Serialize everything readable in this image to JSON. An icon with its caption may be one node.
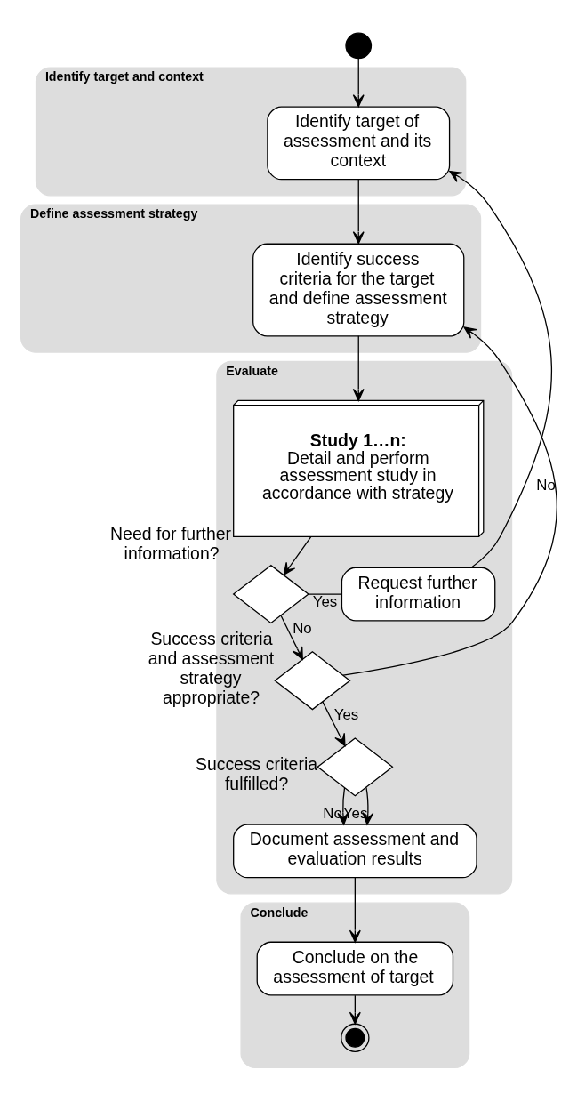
{
  "diagram": {
    "nodes": [
      {
        "text": [
          "Identify target and context"
        ]
      },
      {
        "text": [],
        "shape": "circle"
      },
      {
        "text": [
          "Identify target of assessment and its context"
        ],
        "in": 0
      },
      {
        "text": [
          "Define assessment strategy"
        ]
      },
      {
        "text": [
          "Identify success criteria for the target and define assessment strategy"
        ],
        "in": 3
      },
      {
        "text": [
          "Evaluate"
        ]
      },
      {
        "text": [
          "Study 1…n:",
          "Detail and perform assessment study in accordance with strategy"
        ],
        "in": 5
      },
      {
        "text": [],
        "shape": "diamond",
        "beside": [
          "Need for further information?"
        ],
        "in": 5
      },
      {
        "text": [
          "Request further information"
        ],
        "in": 5
      },
      {
        "text": [],
        "shape": "diamond",
        "beside": [
          "Success criteria and assessment strategy appropriate?"
        ],
        "in": 5
      },
      {
        "text": [],
        "shape": "diamond",
        "beside": [
          "Success criteria fulfilled?"
        ],
        "in": 5
      },
      {
        "text": [
          "Document assessment and evaluation results"
        ],
        "in": 5
      },
      {
        "text": [
          "Conclude"
        ]
      },
      {
        "text": [
          "Conclude on the assessment of target"
        ],
        "in": 12
      },
      {
        "text": [],
        "shape": "circle",
        "in": 12
      }
    ],
    "edges": [
      {
        "from": 1,
        "to": 2,
        "arrow": "to"
      },
      {
        "from": 2,
        "to": 4,
        "arrow": "to"
      },
      {
        "from": 4,
        "to": 6,
        "arrow": "to"
      },
      {
        "from": 6,
        "to": 7,
        "arrow": "to"
      },
      {
        "from": 7,
        "to": 8,
        "label": "Yes",
        "arrow": "none"
      },
      {
        "from": 8,
        "to": 2,
        "arrow": "to"
      },
      {
        "from": 7,
        "to": 9,
        "label": "No",
        "arrow": "to"
      },
      {
        "from": 9,
        "to": 4,
        "label": "No",
        "arrow": "to"
      },
      {
        "from": 9,
        "to": 10,
        "label": "Yes",
        "arrow": "to"
      },
      {
        "from": 10,
        "to": 11,
        "label": "No",
        "arrow": "to"
      },
      {
        "from": 10,
        "to": 11,
        "label": "Yes",
        "arrow": "to"
      },
      {
        "from": 11,
        "to": 13,
        "arrow": "to"
      },
      {
        "from": 13,
        "to": 14,
        "arrow": "to"
      }
    ]
  }
}
